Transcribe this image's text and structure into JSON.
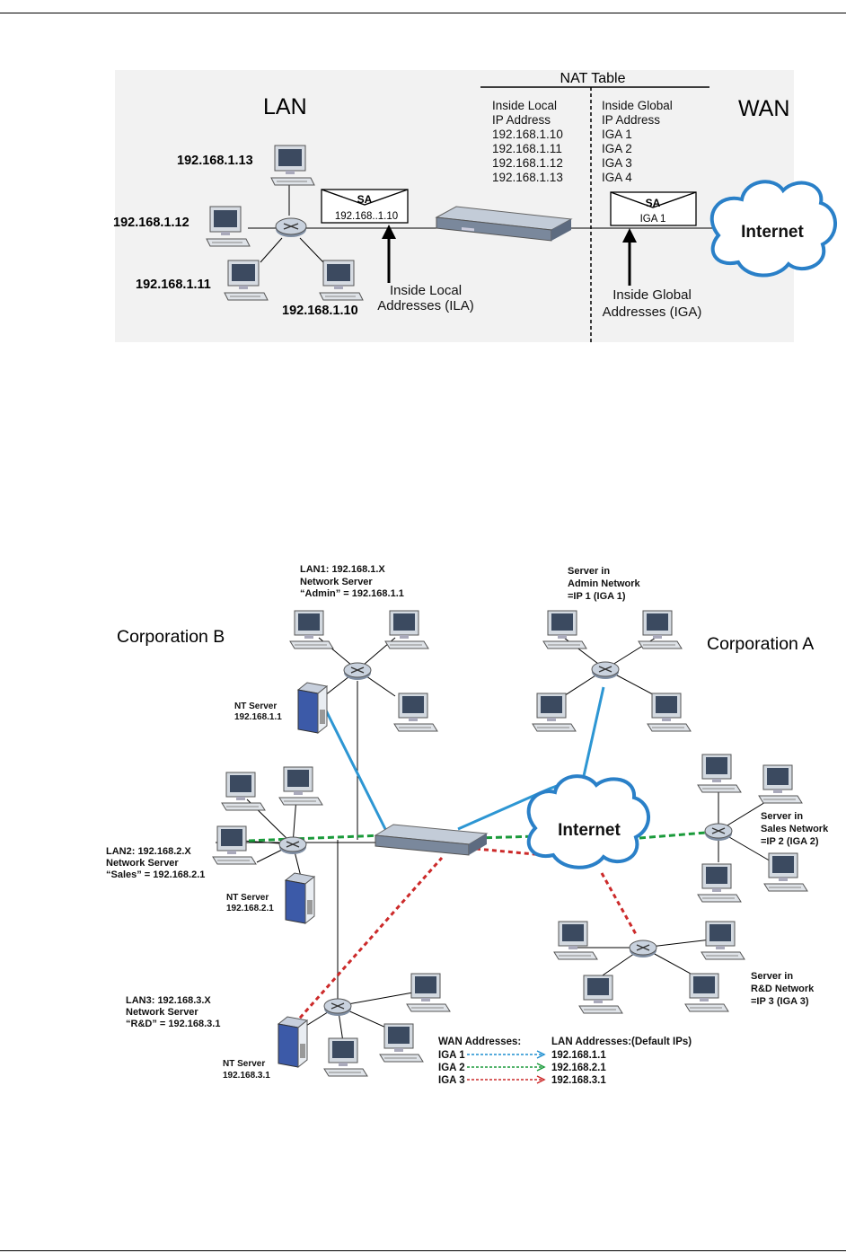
{
  "figure1": {
    "lan_title": "LAN",
    "wan_title": "WAN",
    "nat_table_title": "NAT Table",
    "col_local_header": [
      "Inside Local",
      "IP Address"
    ],
    "col_global_header": [
      "Inside Global",
      "IP Address"
    ],
    "rows": [
      {
        "local": "192.168.1.10",
        "global": "IGA 1"
      },
      {
        "local": "192.168.1.11",
        "global": "IGA 2"
      },
      {
        "local": "192.168.1.12",
        "global": "IGA 3"
      },
      {
        "local": "192.168.1.13",
        "global": "IGA 4"
      }
    ],
    "hosts": {
      "h13": "192.168.1.13",
      "h12": "192.168.1.12",
      "h11": "192.168.1.11",
      "h10": "192.168.1.10"
    },
    "packet_left": {
      "sa": "SA",
      "addr": "192.168..1.10"
    },
    "packet_right": {
      "sa": "SA",
      "addr": "IGA 1"
    },
    "ila_label": [
      "Inside Local",
      "Addresses (ILA)"
    ],
    "iga_label": [
      "Inside Global",
      "Addresses (IGA)"
    ],
    "cloud_label": "Internet"
  },
  "figure2": {
    "corp_b": "Corporation B",
    "corp_a": "Corporation A",
    "cloud_label": "Internet",
    "lan1": [
      "LAN1: 192.168.1.X",
      "Network Server",
      "“Admin” = 192.168.1.1"
    ],
    "lan2": [
      "LAN2: 192.168.2.X",
      "Network Server",
      "“Sales” = 192.168.2.1"
    ],
    "lan3": [
      "LAN3: 192.168.3.X",
      "Network Server",
      "“R&D” = 192.168.3.1"
    ],
    "nt1": [
      "NT Server",
      "192.168.1.1"
    ],
    "nt2": [
      "NT Server",
      "192.168.2.1"
    ],
    "nt3": [
      "NT Server",
      "192.168.3.1"
    ],
    "admin_server": [
      "Server in",
      "Admin Network",
      "=IP 1 (IGA 1)"
    ],
    "sales_server": [
      "Server in",
      "Sales Network",
      "=IP 2 (IGA 2)"
    ],
    "rd_server": [
      "Server in",
      "R&D Network",
      "=IP 3 (IGA 3)"
    ],
    "legend": {
      "wan_header": "WAN Addresses:",
      "lan_header": "LAN Addresses:(Default IPs)",
      "rows": [
        {
          "wan": "IGA 1",
          "lan": "192.168.1.1",
          "color": "#1f8fd0"
        },
        {
          "wan": "IGA 2",
          "lan": "192.168.2.1",
          "color": "#1a9a3a"
        },
        {
          "wan": "IGA 3",
          "lan": "192.168.3.1",
          "color": "#cc2a2a"
        }
      ]
    },
    "colors": {
      "blue": "#2d96d3",
      "green": "#1a9a3a",
      "red": "#cc2a2a"
    }
  }
}
